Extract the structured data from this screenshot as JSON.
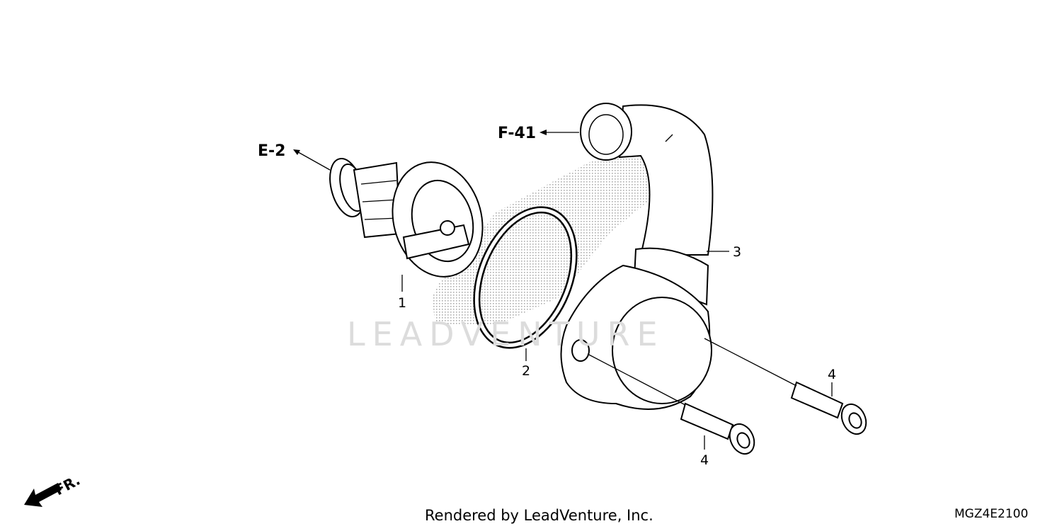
{
  "diagram": {
    "references": [
      {
        "label": "E-2"
      },
      {
        "label": "F-41"
      }
    ],
    "callouts": [
      "1",
      "2",
      "3",
      "4",
      "4"
    ],
    "parts": [
      "thermostat",
      "o-ring",
      "thermostat-housing-pipe",
      "bolt",
      "bolt"
    ],
    "direction_label": "FR.",
    "watermark": "LEADVENTURE"
  },
  "footer": {
    "rendered_by": "Rendered by LeadVenture, Inc.",
    "diagram_code": "MGZ4E2100"
  }
}
